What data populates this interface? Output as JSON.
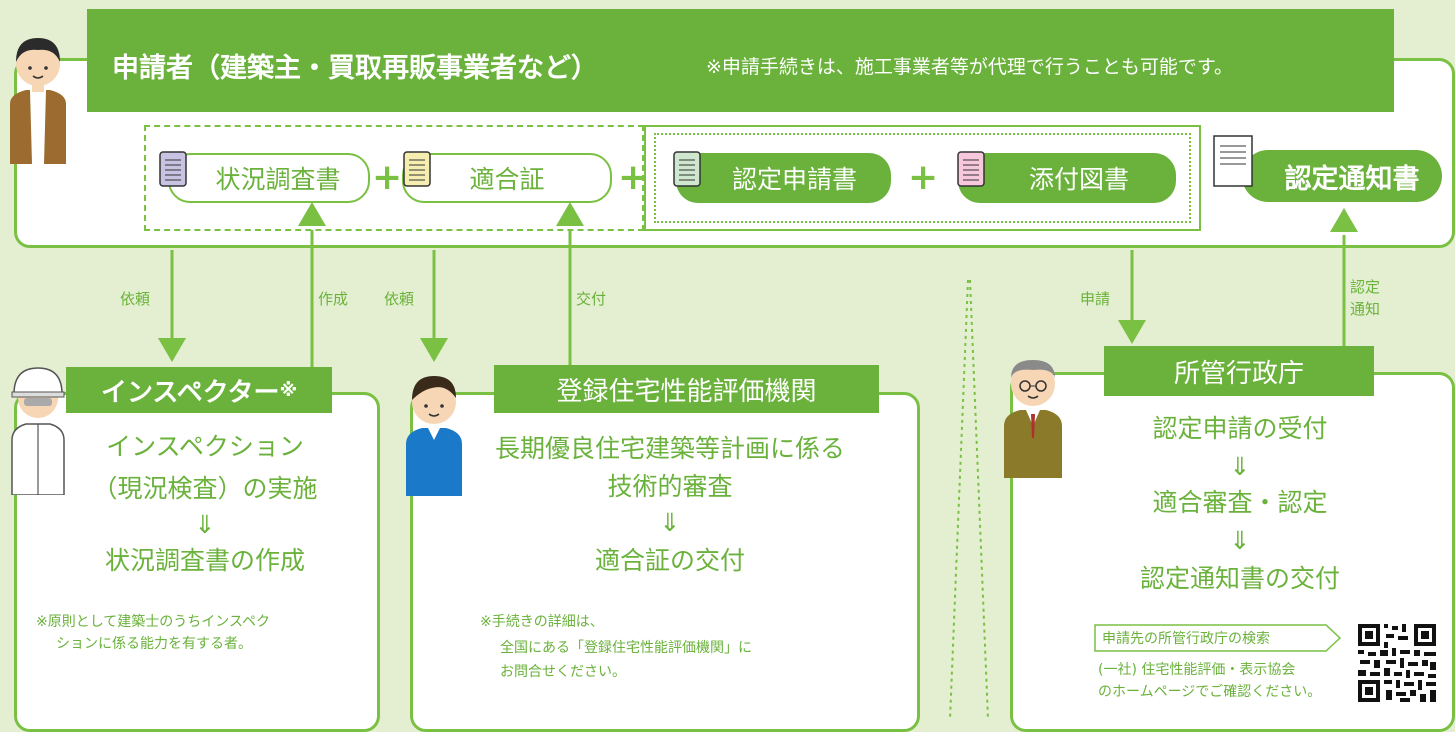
{
  "applicant": {
    "title": "申請者（建築主・買取再販事業者など）",
    "note": "※申請手続きは、施工事業者等が代理で行うことも可能です。"
  },
  "documents": {
    "survey": "状況調査書",
    "conformity": "適合証",
    "application": "認定申請書",
    "drawings": "添付図書",
    "notice": "認定通知書",
    "plus": "+"
  },
  "flows": {
    "request1": "依頼",
    "create": "作成",
    "request2": "依頼",
    "issue": "交付",
    "apply": "申請",
    "notify": "認定\n通知"
  },
  "inspector": {
    "title": "インスペクター",
    "title_mark": "※",
    "line1": "インスペクション",
    "line2": "（現況検査）の実施",
    "arrow": "⇓",
    "line3": "状況調査書の作成",
    "note1": "※原則として建築士のうちインスペク",
    "note2": "ションに係る能力を有する者。"
  },
  "agency": {
    "title": "登録住宅性能評価機関",
    "line1": "長期優良住宅建築等計画に係る",
    "line2": "技術的審査",
    "arrow": "⇓",
    "line3": "適合証の交付",
    "note1": "※手続きの詳細は、",
    "note2": "全国にある「登録住宅性能評価機関」に",
    "note3": "お問合せください。"
  },
  "authority": {
    "title": "所管行政庁",
    "line1": "認定申請の受付",
    "arrow1": "⇓",
    "line2": "適合審査・認定",
    "arrow2": "⇓",
    "line3": "認定通知書の交付",
    "search_label": "申請先の所管行政庁の検索",
    "note1": "(一社) 住宅性能評価・表示協会",
    "note2": "のホームページでご確認ください。"
  },
  "colors": {
    "green": "#6ab23b",
    "background": "#e3efd0",
    "doc_purple": "#c9c3e3",
    "doc_yellow": "#f6eeb0",
    "doc_green": "#cfe6cf",
    "doc_pink": "#f7c7dc"
  }
}
